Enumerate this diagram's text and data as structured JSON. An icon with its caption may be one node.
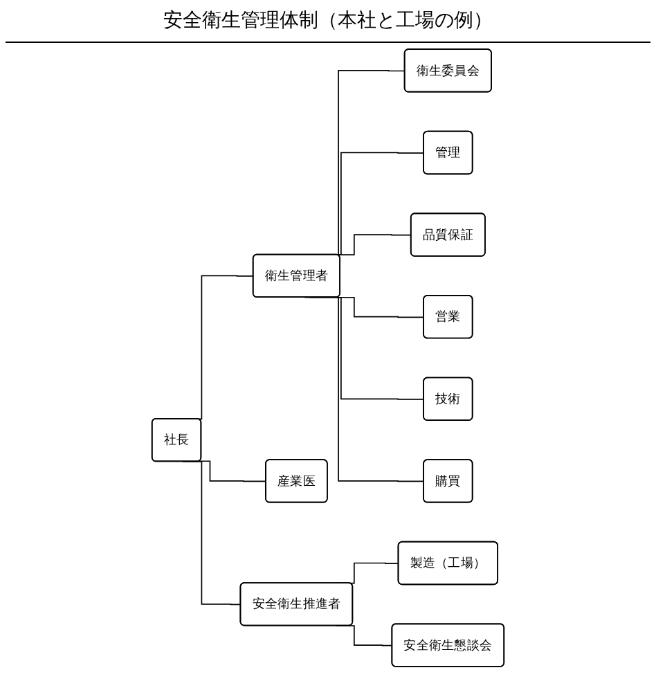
{
  "diagram": {
    "title": "安全衛生管理体制（本社と工場の例）",
    "nodes": [
      {
        "text": [
          "社長"
        ]
      },
      {
        "text": [
          "衛生管理者"
        ]
      },
      {
        "text": [
          "管理"
        ]
      },
      {
        "text": [
          "衛生委員会"
        ]
      },
      {
        "text": [
          "品質保証"
        ]
      },
      {
        "text": [
          "産業医"
        ]
      },
      {
        "text": [
          "営業"
        ]
      },
      {
        "text": [
          "技術"
        ]
      },
      {
        "text": [
          "購買"
        ]
      },
      {
        "text": [
          "安全衛生推進者"
        ]
      },
      {
        "text": [
          "製造（工場）"
        ]
      },
      {
        "text": [
          "安全衛生懇談会"
        ]
      }
    ],
    "edges": [
      {
        "from": 0,
        "to": 1,
        "arrow": "none"
      },
      {
        "from": 0,
        "to": 5,
        "arrow": "none"
      },
      {
        "from": 0,
        "to": 9,
        "arrow": "none"
      },
      {
        "from": 1,
        "to": 3,
        "arrow": "none"
      },
      {
        "from": 1,
        "to": 2,
        "arrow": "none"
      },
      {
        "from": 1,
        "to": 4,
        "arrow": "none"
      },
      {
        "from": 1,
        "to": 6,
        "arrow": "none"
      },
      {
        "from": 1,
        "to": 7,
        "arrow": "none"
      },
      {
        "from": 1,
        "to": 8,
        "arrow": "none"
      },
      {
        "from": 9,
        "to": 10,
        "arrow": "none"
      },
      {
        "from": 9,
        "to": 11,
        "arrow": "none"
      }
    ]
  }
}
